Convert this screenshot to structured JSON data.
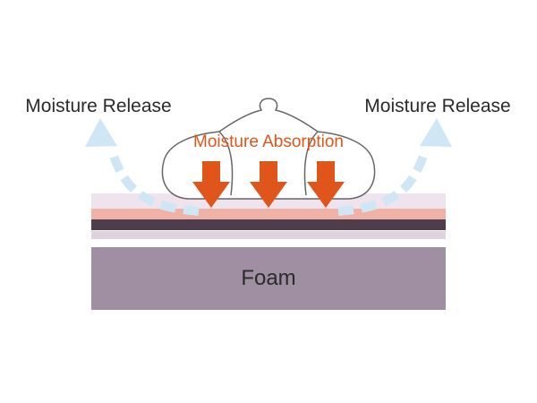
{
  "labels": {
    "release_left": "Moisture Release",
    "release_right": "Moisture Release",
    "absorption": "Moisture Absorption",
    "foam": "Foam"
  },
  "colors": {
    "label_text": "#2b2b2b",
    "absorption_text": "#e0561a",
    "absorption_arrow": "#e0561a",
    "release_arrow": "#cfe6f4",
    "foam": "#a08ea3",
    "layer_top": "#efe3ee",
    "layer_pink": "#f0b1a6",
    "layer_dark": "#4e3e4c",
    "layer_light": "#ded3df",
    "outline": "#666666"
  },
  "icons": {
    "absorption": "down-arrow-icon",
    "release": "curved-up-arrow-icon",
    "body": "sleeping-body-outline-icon"
  }
}
